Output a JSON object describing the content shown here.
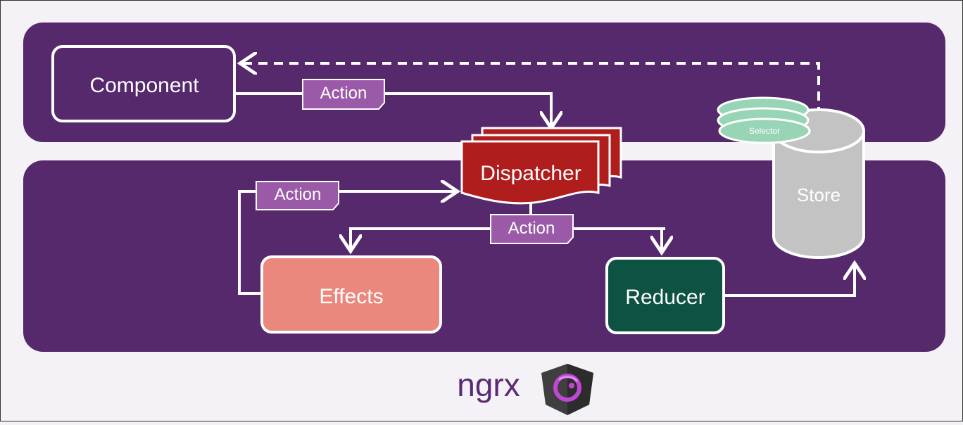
{
  "diagram": {
    "nodes": {
      "component": "Component",
      "dispatcher": "Dispatcher",
      "effects": "Effects",
      "reducer": "Reducer",
      "store": "Store",
      "selector": "Selector"
    },
    "action_labels": [
      "Action",
      "Action",
      "Action"
    ],
    "footer": {
      "brand": "ngrx",
      "logo_icon": "ngrx-logo-icon"
    }
  },
  "colors": {
    "panel": "#55296b",
    "action_tag": "#9b5aa8",
    "dispatcher": "#b01d1d",
    "effects": "#eb887d",
    "reducer": "#0d5243",
    "store": "#c3c3c3",
    "selector": "#98d4b6",
    "brand_text": "#5a2a72"
  }
}
